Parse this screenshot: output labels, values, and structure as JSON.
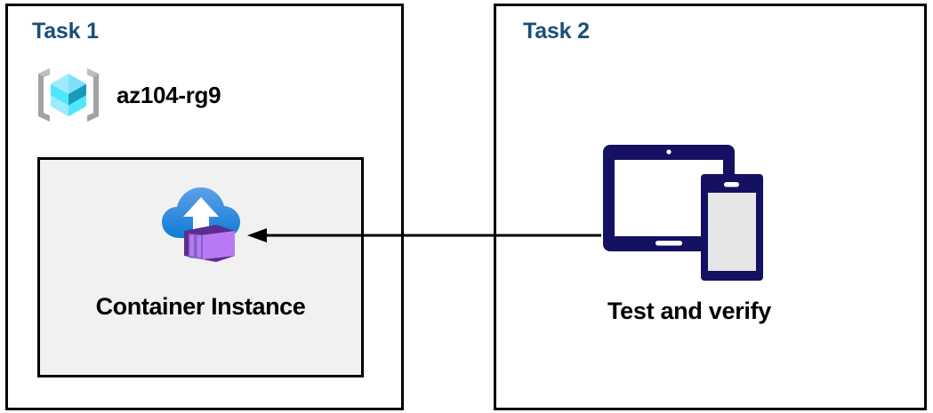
{
  "diagram": {
    "background": "#FFFFFF",
    "panel_border_color": "#000000",
    "title_color": "#1A4F77",
    "card_fill": "#F1F1F1",
    "arrow_color": "#000000",
    "panels": [
      {
        "id": "task1",
        "title": "Task 1",
        "resource_group": {
          "label": "az104-rg9",
          "icon": "azure-resource-group-icon",
          "icon_colors": {
            "cube_light": "#9CEBFF",
            "cube_mid": "#32D4F5",
            "cube_dark": "#198AB3",
            "bracket": "#A3A3A3"
          }
        },
        "card": {
          "label": "Container Instance",
          "icon": "azure-container-instance-icon",
          "icon_colors": {
            "cloud_light": "#50A0E6",
            "cloud_dark": "#0078D4",
            "box_light": "#B77AF4",
            "box_dark": "#5C2D91",
            "arrow": "#FFFFFF"
          }
        }
      },
      {
        "id": "task2",
        "title": "Task 2",
        "devices": {
          "label": "Test and verify",
          "icon": "devices-tablet-phone-icon",
          "icon_colors": {
            "outline": "#141163",
            "screen_fill": "#FFFFFF",
            "phone_screen_fill": "#E6E6E6"
          }
        }
      }
    ],
    "connector": {
      "name": "arrow-task2-to-container-instance",
      "direction": "right-to-left",
      "from": "Test and verify",
      "to": "Container Instance"
    }
  }
}
